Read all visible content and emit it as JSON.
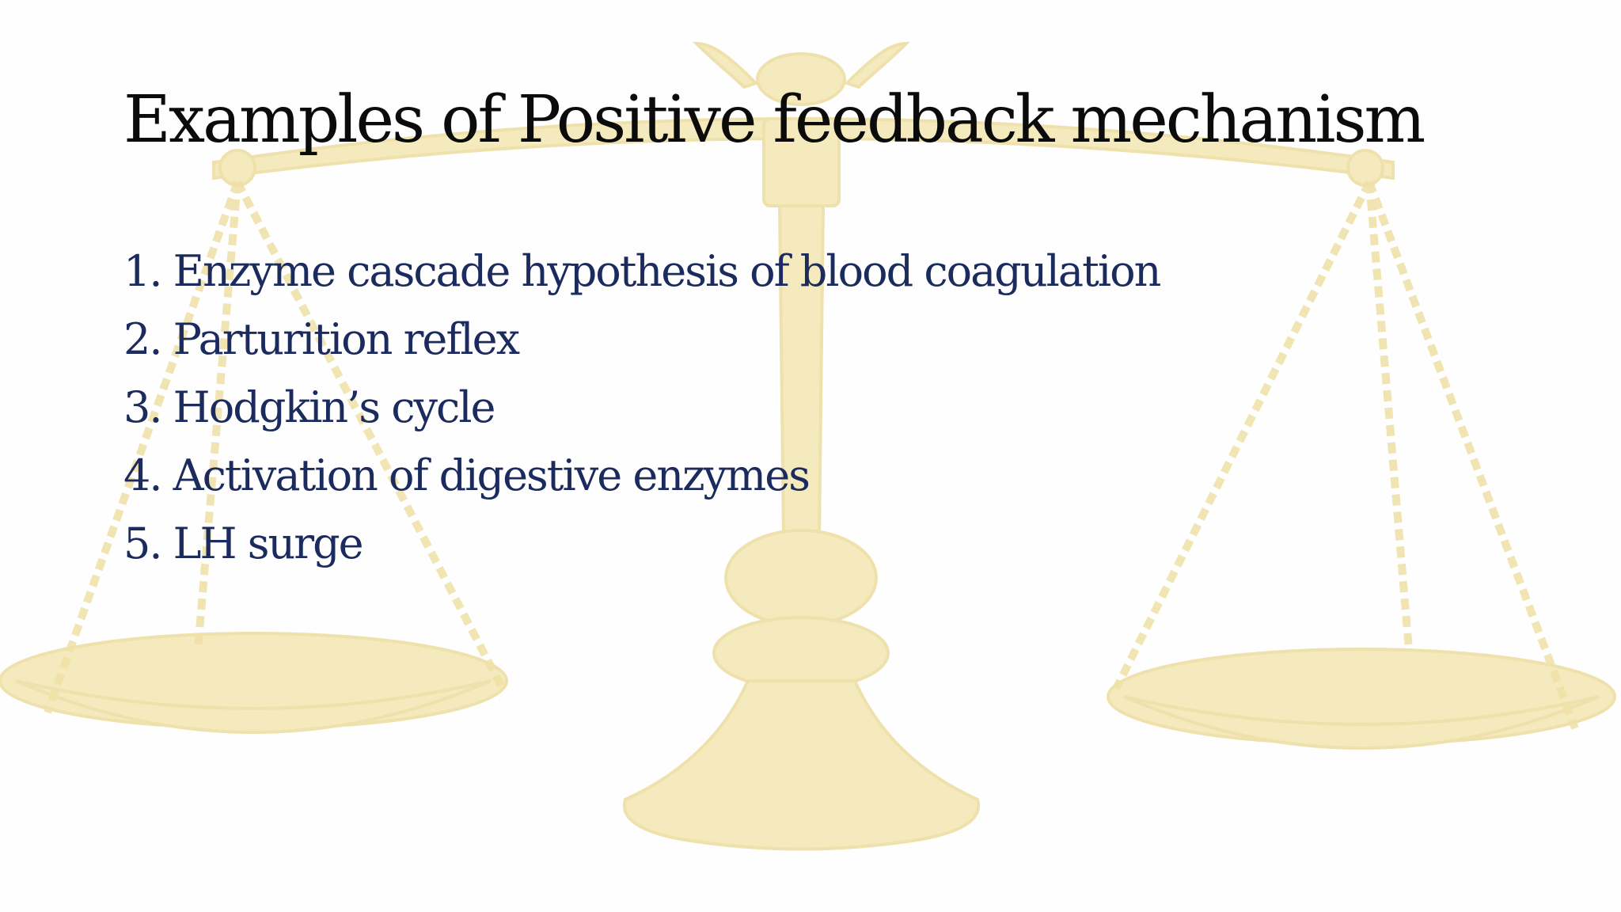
{
  "slide": {
    "title": "Examples of Positive feedback mechanism",
    "items": [
      "1. Enzyme cascade hypothesis of blood coagulation",
      "2. Parturition reflex",
      "3. Hodgkin’s cycle",
      "4. Activation of digestive enzymes",
      "5. LH surge"
    ]
  },
  "colors": {
    "background": "#fefefe",
    "title": "#0b0b0b",
    "items": "#1c2b5e",
    "watermark_gold": "#f0e2a4"
  },
  "background_image": "scales-of-balance-watermark"
}
